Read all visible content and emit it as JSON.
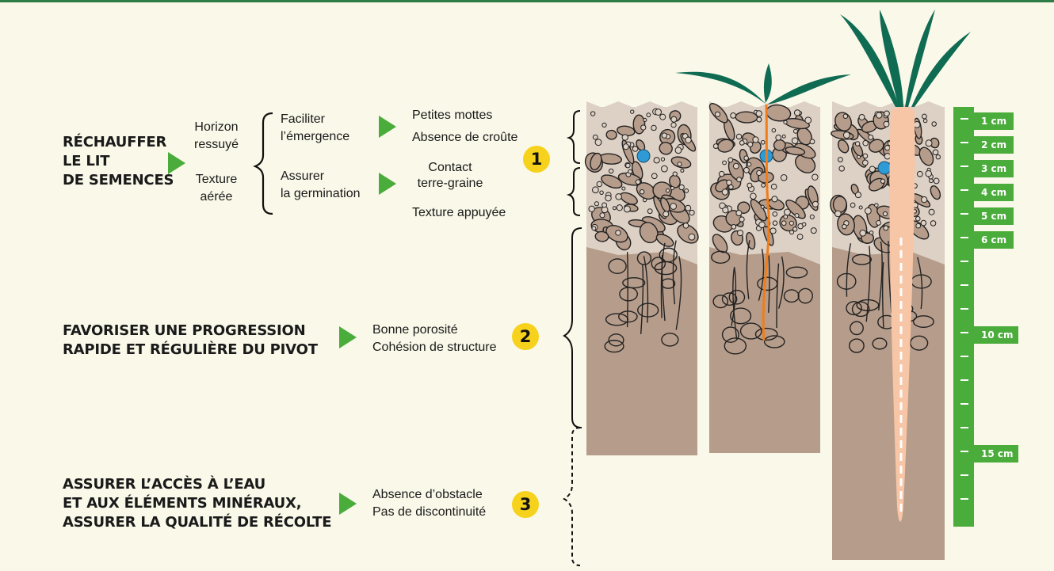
{
  "colors": {
    "background": "#f9f8e9",
    "green_accent": "#4aac3a",
    "top_rule": "#2e7d46",
    "badge_yellow": "#f7d21c",
    "soil": "#b69c8a",
    "seedbed_light": "#ddd0c4",
    "leaf": "#0f6b52",
    "root_orange": "#f07d1a",
    "taproot": "#f7c6a6",
    "seed_blue": "#2e9ad6"
  },
  "rows": [
    {
      "heading": [
        "RÉCHAUFFER",
        "LE LIT",
        "DE SEMENCES"
      ],
      "conditions": [
        [
          "Horizon",
          "ressuyé"
        ],
        [
          "Texture",
          "aérée"
        ]
      ],
      "goals": [
        [
          "Faciliter",
          "l’émergence"
        ],
        [
          "Assurer",
          "la germination"
        ]
      ],
      "criteria_top": [
        "Petites mottes",
        "Absence de croûte"
      ],
      "criteria_bottom": [
        "Contact",
        "terre-graine"
      ],
      "criteria_extra": "Texture appuyée",
      "badge": "1"
    },
    {
      "heading": [
        "FAVORISER UNE PROGRESSION",
        "RAPIDE ET RÉGULIÈRE DU PIVOT"
      ],
      "criteria": [
        "Bonne porosité",
        "Cohésion de structure"
      ],
      "badge": "2"
    },
    {
      "heading": [
        "ASSURER L’ACCÈS À L’EAU",
        "ET AUX ÉLÉMENTS MINÉRAUX,",
        "ASSURER LA QUALITÉ DE RÉCOLTE"
      ],
      "criteria": [
        "Absence d’obstacle",
        "Pas de discontinuité"
      ],
      "badge": "3"
    }
  ],
  "depth_scale": {
    "labels": [
      "1 cm",
      "2 cm",
      "3 cm",
      "4 cm",
      "5 cm",
      "6 cm",
      "10 cm",
      "15 cm"
    ]
  },
  "icons": {
    "row_arrow": "green-triangle-arrow-icon",
    "bracket": "curly-brace-icon"
  }
}
